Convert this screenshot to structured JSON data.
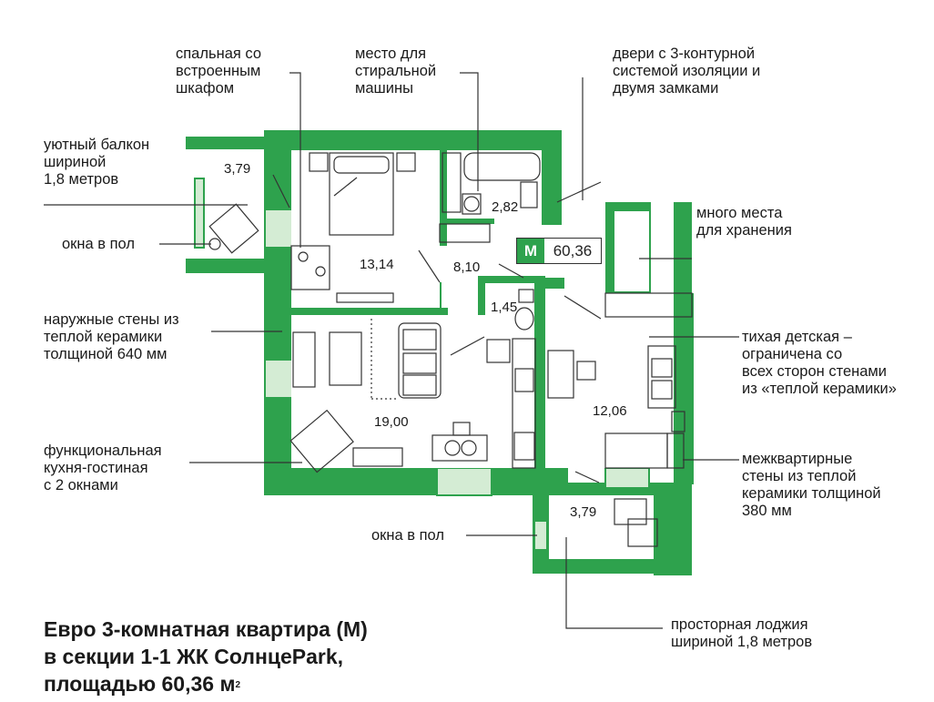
{
  "title": {
    "line1": "Евро 3-комнатная квартира (М)",
    "line2": "в секции 1-1 ЖК СолнцеPark,",
    "line3": "площадью 60,36 м",
    "sup": "2"
  },
  "badge": {
    "letter": "М",
    "area": "60,36"
  },
  "annotations": {
    "bedroom": "спальная со\nвстроенным\nшкафом",
    "washer": "место для\nстиральной\nмашины",
    "doors": "двери с 3-контурной\nсистемой изоляции и\nдвумя замками",
    "balcony": "уютный балкон\nшириной\n1,8 метров",
    "storage": "много места\nдля хранения",
    "floor_window_left": "окна в пол",
    "outer_walls": "наружные стены из\nтеплой керамики\nтолщиной 640 мм",
    "kids_room": "тихая детская –\nограничена со\nвсех сторон стенами\nиз «теплой керамики»",
    "kitchen": "функциональная\nкухня-гостиная\nс 2 окнами",
    "inter_walls": "межквартирные\nстены из теплой\nкерамики толщиной\n380 мм",
    "floor_window_bottom": "окна в пол",
    "loggia": "просторная лоджия\nшириной 1,8 метров"
  },
  "rooms": {
    "balcony": "3,79",
    "bedroom": "13,14",
    "bath": "2,82",
    "hall": "8,10",
    "wc": "1,45",
    "living": "19,00",
    "kids": "12,06",
    "loggia": "3,79"
  },
  "colors": {
    "wall": "#2ea24d",
    "window": "#d4ecd4",
    "line": "#333333"
  }
}
